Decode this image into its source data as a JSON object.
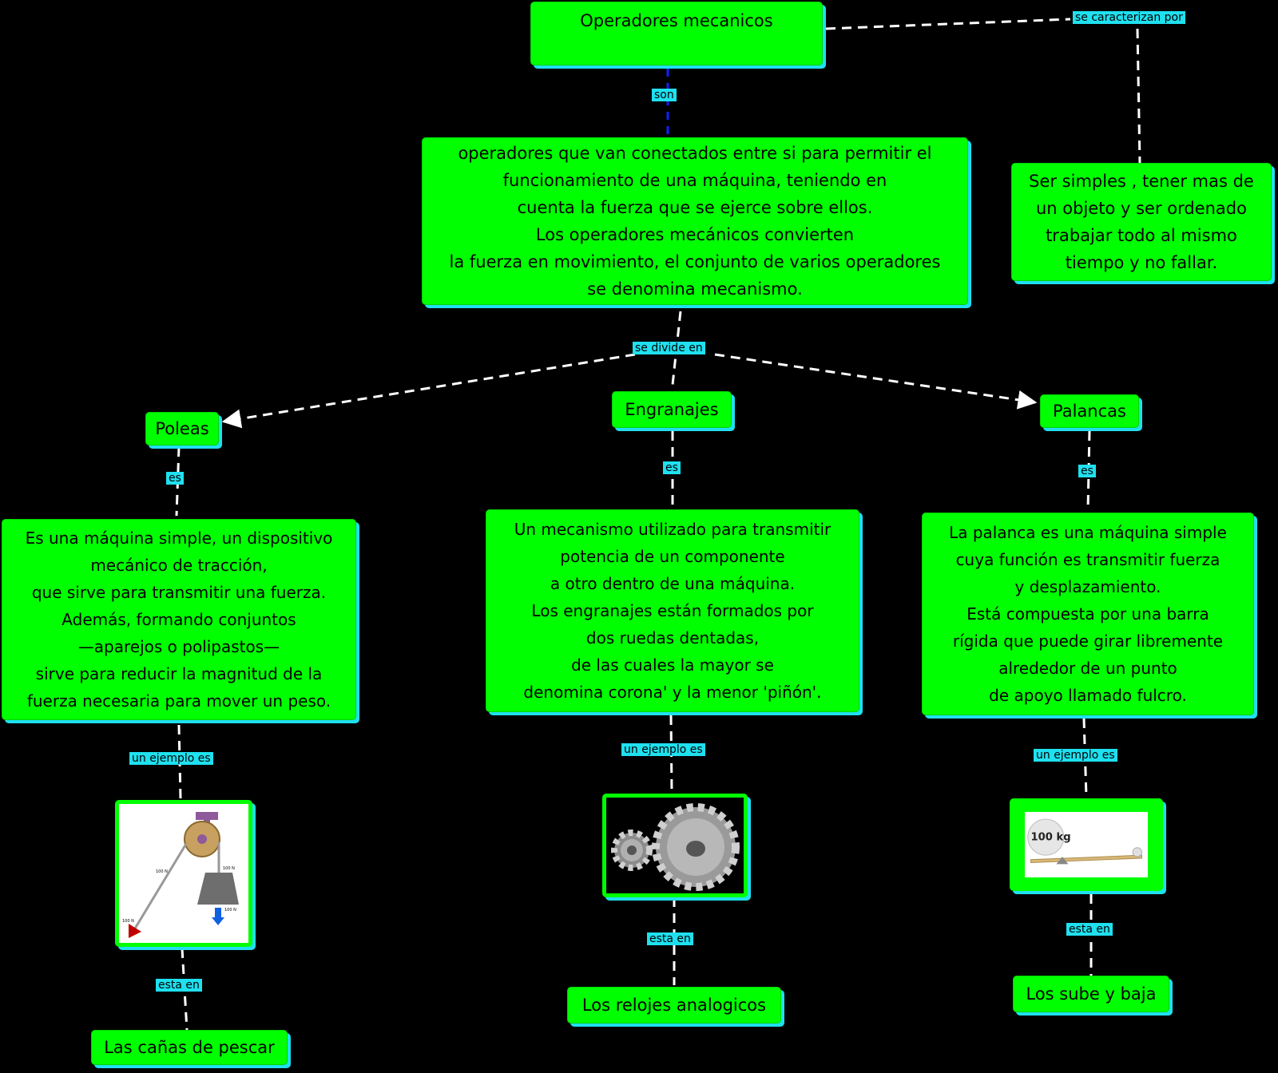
{
  "map": {
    "root": "Operadores mecanicos",
    "definition": "operadores que van conectados entre si para permitir el\nfuncionamiento de una máquina, teniendo en\ncuenta la fuerza que se ejerce sobre ellos.\nLos operadores mecánicos convierten\nla fuerza en movimiento, el conjunto de varios operadores\nse denomina mecanismo.",
    "characteristics": "Ser simples , tener mas de\nun objeto y ser ordenado\ntrabajar todo al mismo\ntiempo y no fallar.",
    "branches": {
      "poleas": {
        "title": "Poleas",
        "description": "Es una máquina simple, un dispositivo\nmecánico de tracción,\nque sirve para transmitir una fuerza.\nAdemás, formando conjuntos\n—aparejos o polipastos—\nsirve para reducir la magnitud de la\nfuerza necesaria para mover un peso.",
        "location": "Las cañas de pescar",
        "image_weight_labels": [
          "100 N",
          "100 N",
          "100 N",
          "100 N"
        ]
      },
      "engranajes": {
        "title": "Engranajes",
        "description": "Un mecanismo utilizado para transmitir\npotencia de un componente\na otro dentro de una máquina.\nLos engranajes están formados por\ndos ruedas dentadas,\nde las cuales la mayor se\ndenomina corona' y la menor 'piñón'.",
        "location": "Los relojes analogicos"
      },
      "palancas": {
        "title": "Palancas",
        "description": "La palanca es una máquina simple\ncuya función es transmitir fuerza\ny desplazamiento.\nEstá compuesta por una barra\nrígida que puede girar libremente\nalrededor de un punto\nde apoyo llamado fulcro.",
        "location": "Los sube y baja",
        "image_weight_label": "100 kg"
      }
    }
  },
  "link_labels": {
    "se_caracterizan_por": "se caracterizan por",
    "son": "son",
    "se_divide_en": "se divide en",
    "es": "es",
    "un_ejemplo_es": "un ejemplo es",
    "esta_en": "esta en"
  },
  "colors": {
    "background": "#000000",
    "node_fill": "#00ff00",
    "node_shadow": "#1fe0ef",
    "label_fill": "#1fe0ef",
    "link": "#ffffff",
    "link_son": "#1020ff"
  }
}
